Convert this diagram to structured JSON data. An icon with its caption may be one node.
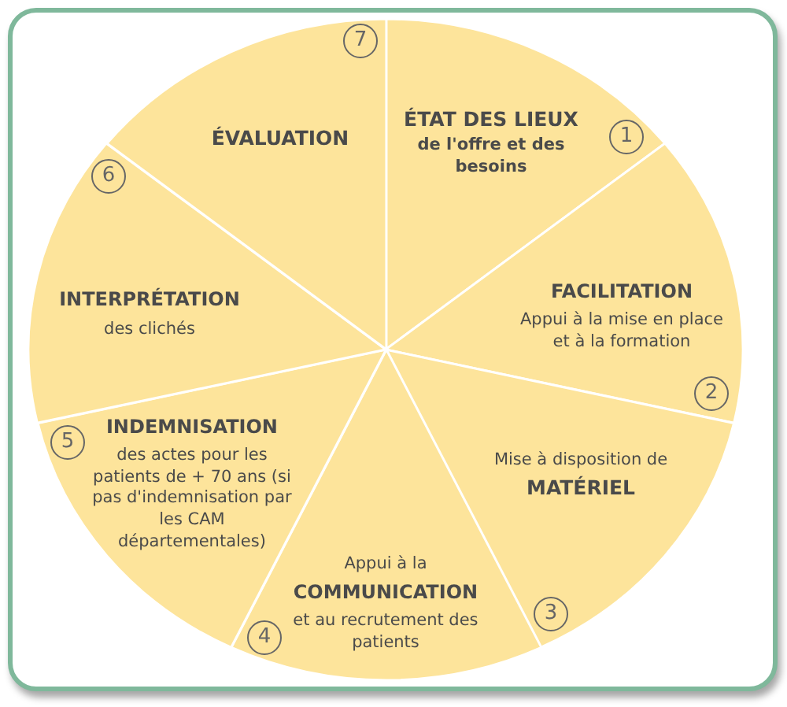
{
  "diagram": {
    "nodes": [
      {
        "text": [
          "ÉTAT DES LIEUX",
          "de l'offre et des besoins"
        ]
      },
      {
        "text": [
          "1"
        ],
        "in": 0
      },
      {
        "text": [
          "FACILITATION",
          "Appui à la mise en place et à la formation"
        ]
      },
      {
        "text": [
          "2"
        ],
        "in": 2
      },
      {
        "text": [
          "Mise à disposition de",
          "MATÉRIEL"
        ]
      },
      {
        "text": [
          "3"
        ],
        "in": 4
      },
      {
        "text": [
          "Appui à la",
          "COMMUNICATION",
          "et au recrutement des patients"
        ]
      },
      {
        "text": [
          "4"
        ],
        "in": 6
      },
      {
        "text": [
          "INDEMNISATION",
          "des actes pour les patients de + 70 ans (si pas d'indemnisation par les CAM départementales)"
        ]
      },
      {
        "text": [
          "5"
        ],
        "in": 8
      },
      {
        "text": [
          "INTERPRÉTATION",
          "des clichés"
        ]
      },
      {
        "text": [
          "6"
        ],
        "in": 10
      },
      {
        "text": [
          "ÉVALUATION"
        ]
      },
      {
        "text": [
          "7"
        ],
        "in": 12
      }
    ]
  }
}
